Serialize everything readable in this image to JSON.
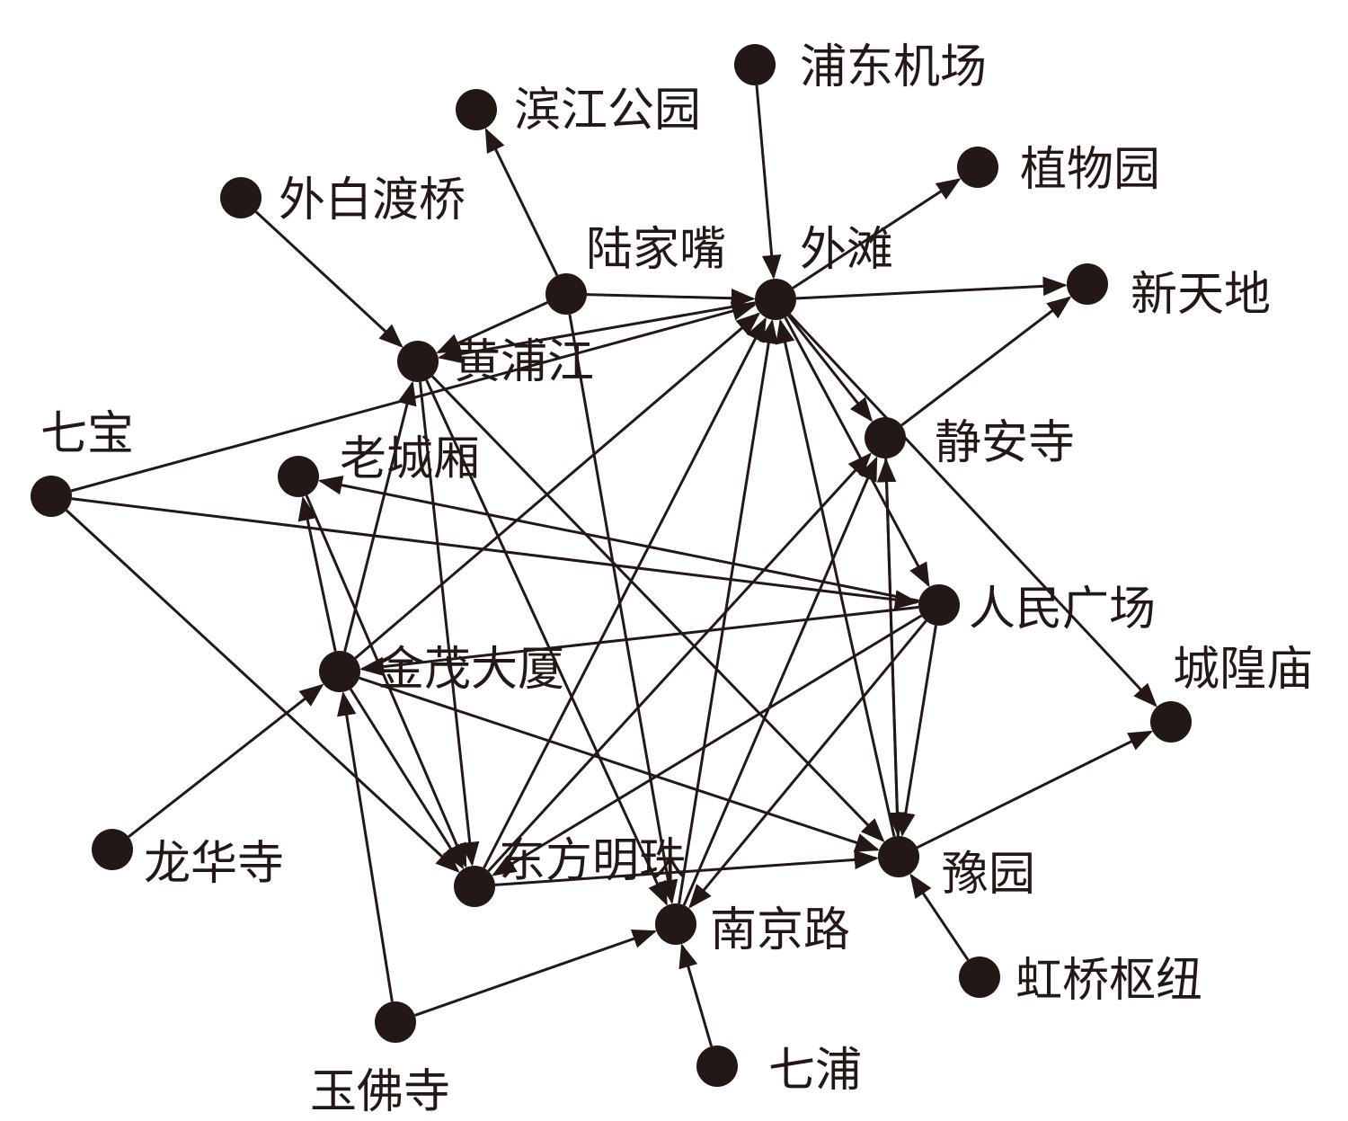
{
  "colors": {
    "ink": "#231815",
    "background": "#ffffff"
  },
  "nodes": [
    {
      "id": "pudong_airport",
      "label": "浦东机场"
    },
    {
      "id": "binjiang_park",
      "label": "滨江公园"
    },
    {
      "id": "botanical_garden",
      "label": "植物园"
    },
    {
      "id": "waibaidu_bridge",
      "label": "外白渡桥"
    },
    {
      "id": "lujiazui",
      "label": "陆家嘴"
    },
    {
      "id": "bund",
      "label": "外滩"
    },
    {
      "id": "xintiandi",
      "label": "新天地"
    },
    {
      "id": "huangpu_river",
      "label": "黄浦江"
    },
    {
      "id": "qibao",
      "label": "七宝"
    },
    {
      "id": "jingan_temple",
      "label": "静安寺"
    },
    {
      "id": "old_city",
      "label": "老城厢"
    },
    {
      "id": "peoples_square",
      "label": "人民广场"
    },
    {
      "id": "city_god_temple",
      "label": "城隍庙"
    },
    {
      "id": "jinmao_tower",
      "label": "金茂大厦"
    },
    {
      "id": "longhua_temple",
      "label": "龙华寺"
    },
    {
      "id": "oriental_pearl",
      "label": "东方明珠"
    },
    {
      "id": "yu_garden",
      "label": "豫园"
    },
    {
      "id": "nanjing_road",
      "label": "南京路"
    },
    {
      "id": "hongqiao_hub",
      "label": "虹桥枢纽"
    },
    {
      "id": "jade_buddha_temple",
      "label": "玉佛寺"
    },
    {
      "id": "qipu",
      "label": "七浦"
    }
  ],
  "edges": [
    [
      "pudong_airport",
      "bund"
    ],
    [
      "lujiazui",
      "binjiang_park"
    ],
    [
      "bund",
      "botanical_garden"
    ],
    [
      "waibaidu_bridge",
      "huangpu_river"
    ],
    [
      "lujiazui",
      "bund"
    ],
    [
      "bund",
      "xintiandi"
    ],
    [
      "lujiazui",
      "huangpu_river"
    ],
    [
      "bund",
      "huangpu_river"
    ],
    [
      "qibao",
      "bund"
    ],
    [
      "qibao",
      "peoples_square"
    ],
    [
      "qibao",
      "oriental_pearl"
    ],
    [
      "bund",
      "jingan_temple"
    ],
    [
      "bund",
      "peoples_square"
    ],
    [
      "bund",
      "city_god_temple"
    ],
    [
      "jingan_temple",
      "xintiandi"
    ],
    [
      "jingan_temple",
      "yu_garden"
    ],
    [
      "jinmao_tower",
      "huangpu_river"
    ],
    [
      "jinmao_tower",
      "old_city"
    ],
    [
      "jinmao_tower",
      "bund"
    ],
    [
      "jinmao_tower",
      "oriental_pearl"
    ],
    [
      "jinmao_tower",
      "yu_garden"
    ],
    [
      "old_city",
      "oriental_pearl"
    ],
    [
      "peoples_square",
      "old_city"
    ],
    [
      "peoples_square",
      "jinmao_tower"
    ],
    [
      "peoples_square",
      "oriental_pearl"
    ],
    [
      "peoples_square",
      "nanjing_road"
    ],
    [
      "peoples_square",
      "yu_garden"
    ],
    [
      "huangpu_river",
      "oriental_pearl"
    ],
    [
      "huangpu_river",
      "yu_garden"
    ],
    [
      "huangpu_river",
      "nanjing_road"
    ],
    [
      "lujiazui",
      "nanjing_road"
    ],
    [
      "oriental_pearl",
      "bund"
    ],
    [
      "oriental_pearl",
      "jingan_temple"
    ],
    [
      "oriental_pearl",
      "yu_garden"
    ],
    [
      "nanjing_road",
      "bund"
    ],
    [
      "nanjing_road",
      "jingan_temple"
    ],
    [
      "yu_garden",
      "bund"
    ],
    [
      "yu_garden",
      "city_god_temple"
    ],
    [
      "longhua_temple",
      "jinmao_tower"
    ],
    [
      "jade_buddha_temple",
      "jinmao_tower"
    ],
    [
      "jade_buddha_temple",
      "nanjing_road"
    ],
    [
      "hongqiao_hub",
      "yu_garden"
    ],
    [
      "qipu",
      "nanjing_road"
    ],
    [
      "yu_garden",
      "jingan_temple"
    ]
  ]
}
